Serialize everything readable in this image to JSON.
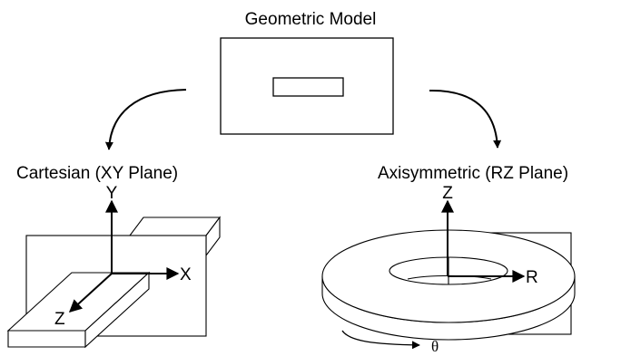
{
  "title": "Geometric Model",
  "cartesian": {
    "caption": "Cartesian (XY Plane)",
    "axis_x": "X",
    "axis_y": "Y",
    "axis_z": "Z"
  },
  "axisymmetric": {
    "caption": "Axisymmetric (RZ Plane)",
    "axis_r": "R",
    "axis_z": "Z",
    "rotation": "θ"
  },
  "colors": {
    "stroke": "#000000",
    "background": "#ffffff"
  }
}
